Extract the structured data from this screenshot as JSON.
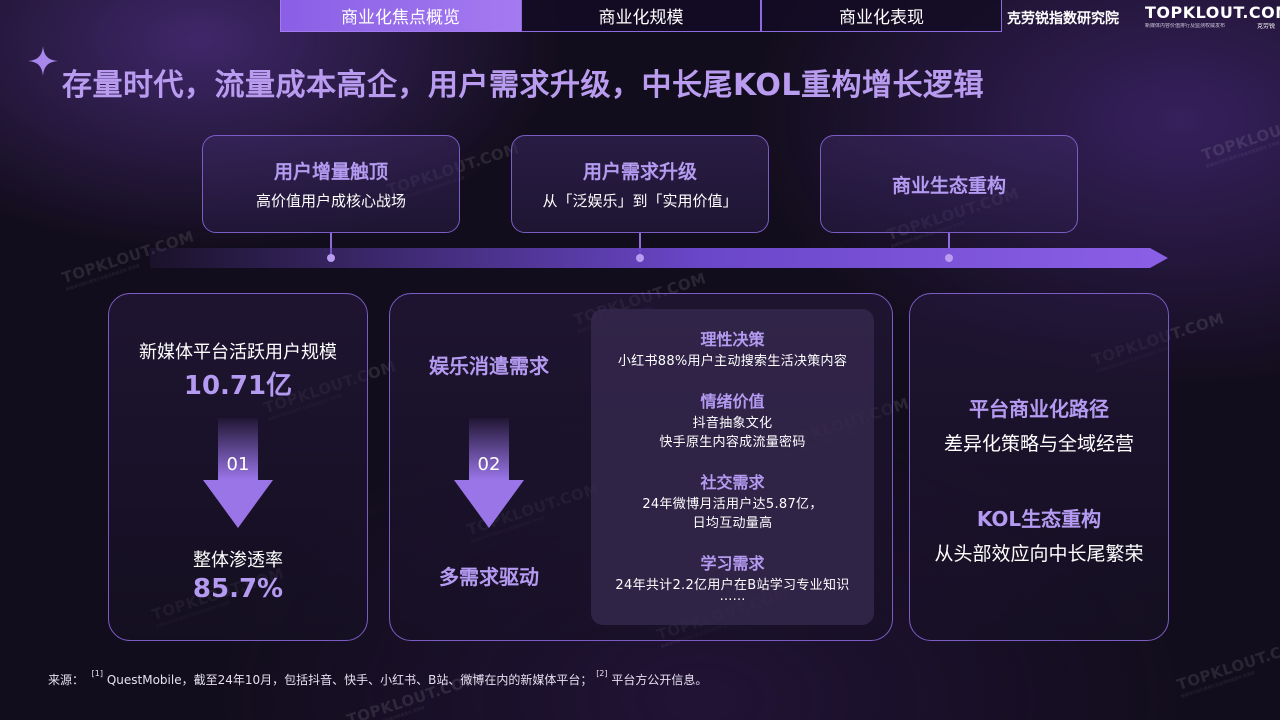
{
  "nav": {
    "tabs": [
      {
        "label": "商业化焦点概览",
        "active": true
      },
      {
        "label": "商业化规模",
        "active": false
      },
      {
        "label": "商业化表现",
        "active": false
      }
    ],
    "institute": "克劳锐指数研究院",
    "logo_text": "TOPKLOUT.COM",
    "logo_sub": "新媒体内容价值排行及监测权威发布",
    "logo_badge": "克劳锐"
  },
  "title": "存量时代，流量成本高企，用户需求升级，中长尾KOL重构增长逻辑",
  "timeline_cards": [
    {
      "heading": "用户增量触顶",
      "sub": "高价值用户成核心战场"
    },
    {
      "heading": "用户需求升级",
      "sub": "从「泛娱乐」到「实用价值」"
    },
    {
      "heading": "商业生态重构",
      "sub": ""
    }
  ],
  "panel1": {
    "top_label": "新媒体平台活跃用户规模",
    "top_value": "10.71亿",
    "step": "01",
    "bottom_label": "整体渗透率",
    "bottom_value": "85.7%"
  },
  "panel2": {
    "top_label": "娱乐消遣需求",
    "step": "02",
    "bottom_label": "多需求驱动",
    "needs": [
      {
        "heading": "理性决策",
        "lines": [
          "小红书88%用户主动搜索生活决策内容"
        ]
      },
      {
        "heading": "情绪价值",
        "lines": [
          "抖音抽象文化",
          "快手原生内容成流量密码"
        ]
      },
      {
        "heading": "社交需求",
        "lines": [
          "24年微博月活用户达5.87亿，",
          "日均互动量高"
        ]
      },
      {
        "heading": "学习需求",
        "lines": [
          "24年共计2.2亿用户在B站学习专业知识"
        ]
      }
    ],
    "more": "……"
  },
  "panel3": {
    "items": [
      {
        "heading": "平台商业化路径",
        "sub": "差异化策略与全域经营"
      },
      {
        "heading": "KOL生态重构",
        "sub": "从头部效应向中长尾繁荣"
      }
    ]
  },
  "source": {
    "prefix": "来源：",
    "ref1": "[1]",
    "text1": "QuestMobile，截至24年10月，包括抖音、快手、小红书、B站、微博在内的新媒体平台；",
    "ref2": "[2]",
    "text2": "平台方公开信息。"
  },
  "watermark": {
    "text": "TOPKLOUT.COM",
    "sub": "新媒体内容价值排行及监测权威发布 克劳锐"
  },
  "colors": {
    "accent": "#8a5fe6",
    "heading": "#b49af0",
    "background": "#120d1c"
  }
}
